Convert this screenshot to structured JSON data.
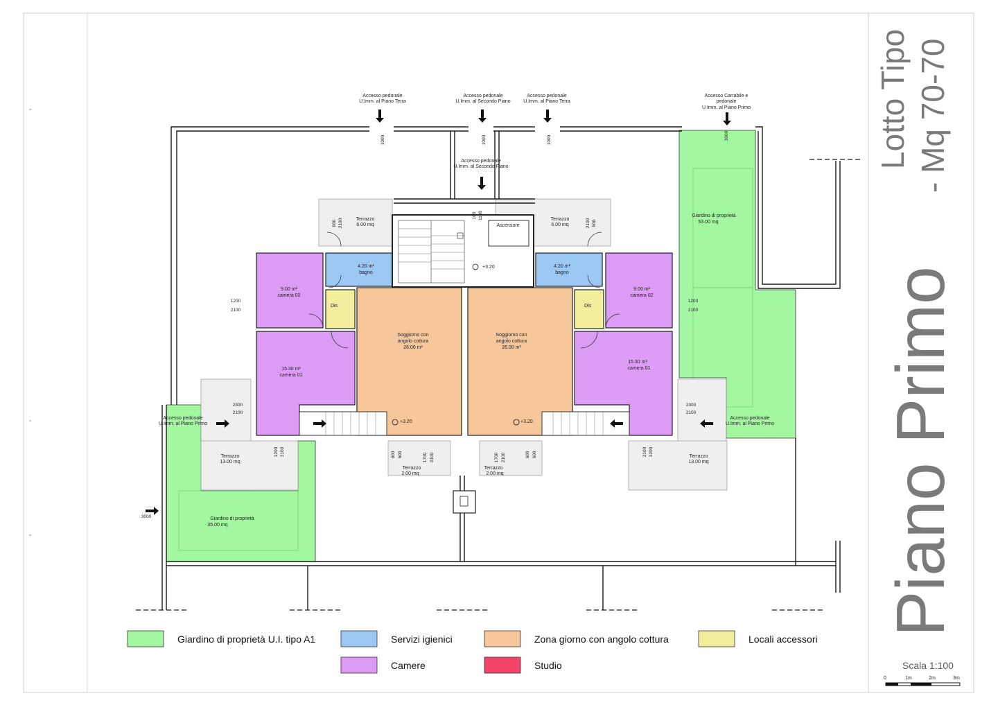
{
  "title": {
    "main": "Piano Primo",
    "lot_line1": "Lotto Tipo",
    "lot_line2": "- Mq 70-70"
  },
  "scale": {
    "label": "Scala 1:100",
    "ticks": [
      "0",
      "1m",
      "2m",
      "3m"
    ]
  },
  "colors": {
    "garden": "#a3f7a0",
    "bath": "#9cc8f4",
    "living": "#f6c79b",
    "accessory": "#f3ee9c",
    "bedroom": "#dc9bf4",
    "studio": "#f24569",
    "terrace": "#efefef"
  },
  "legend": [
    {
      "key": "garden",
      "label": "Giardino di proprietà U.I. tipo A1"
    },
    {
      "key": "bath",
      "label": "Servizi igienici"
    },
    {
      "key": "living",
      "label": "Zona giorno con angolo cottura"
    },
    {
      "key": "accessory",
      "label": "Locali accessori"
    },
    {
      "key": "bedroom",
      "label": "Camere"
    },
    {
      "key": "studio",
      "label": "Studio"
    }
  ],
  "access": {
    "a1": [
      "Accesso pedonale",
      "U.Imm. al Piano Terra"
    ],
    "a2": [
      "Accesso pedonale",
      "U.Imm. al Secondo Piano"
    ],
    "a3": [
      "Accesso pedonale",
      "U.Imm. al Piano Terra"
    ],
    "a4": [
      "Accesso Carrabile e",
      "pedonale",
      "U.Imm. al Piano Primo"
    ],
    "a5": [
      "Accesso pedonale",
      "U.Imm. al Secondo Piano"
    ],
    "left": [
      "Accesso pedonale",
      "U.Imm. al Piano Primo"
    ],
    "right": [
      "Accesso pedonale",
      "U.Imm. al Piano Primo"
    ]
  },
  "rooms": {
    "terrace_tl": [
      "Terrazzo",
      "6.00 mq"
    ],
    "terrace_tr": [
      "Terrazzo",
      "6.00 mq"
    ],
    "elevator": "Ascensore",
    "bath_l": [
      "4.20 m²",
      "bagno"
    ],
    "bath_r": [
      "4.20 m²",
      "bagno"
    ],
    "bed2_l": [
      "9.00 m²",
      "camera 02"
    ],
    "bed2_r": [
      "9.00 m²",
      "camera 02"
    ],
    "dis_l": "Dis",
    "dis_r": "Dis",
    "living_l": [
      "Soggiorno con",
      "angolo cottura",
      "26.00 m²"
    ],
    "living_r": [
      "Soggiorno con",
      "angolo cottura",
      "26.00 m²"
    ],
    "bed1_l": [
      "15.30 m²",
      "camera 01"
    ],
    "bed1_r": [
      "15.30 m²",
      "camera 01"
    ],
    "terrace_bl": [
      "Terrazzo",
      "13.00 mq"
    ],
    "terrace_br": [
      "Terrazzo",
      "13.00 mq"
    ],
    "terrace_sl": [
      "Terrazzo",
      "2.00 mq"
    ],
    "terrace_sr": [
      "Terrazzo",
      "2.00 mq"
    ],
    "garden_l": [
      "Giardino di proprietà",
      "35.00 mq"
    ],
    "garden_r": [
      "Giardino di proprietà",
      "53.00 mq"
    ]
  },
  "levels": {
    "stair": "+3.20",
    "living_l": "+3.20",
    "living_r": "+3.20"
  },
  "dims": {
    "d1000": "1000",
    "d3000": "3000",
    "d100": "100",
    "d1100": "1100",
    "d800": "800",
    "d2100": "2100",
    "d1200": "1200",
    "d2300": "2300",
    "d600": "600",
    "d1700": "1700"
  }
}
